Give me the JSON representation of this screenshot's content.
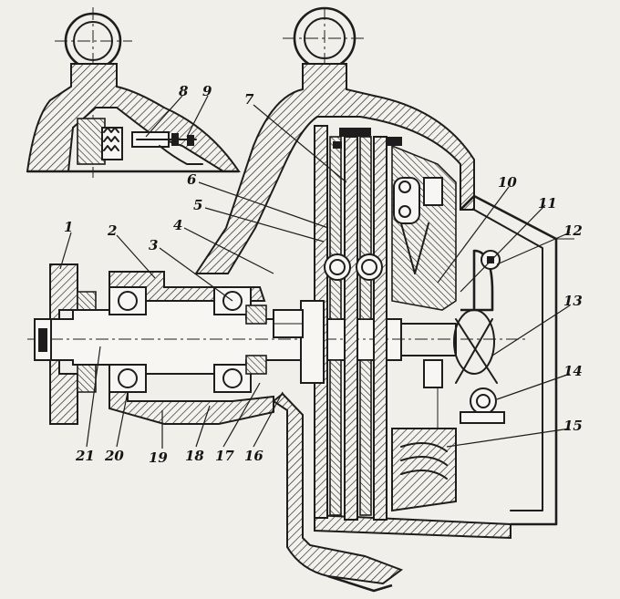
{
  "callouts": {
    "c1": "1",
    "c2": "2",
    "c3": "3",
    "c4": "4",
    "c5": "5",
    "c6": "6",
    "c7": "7",
    "c8": "8",
    "c9": "9",
    "c10": "10",
    "c11": "11",
    "c12": "12",
    "c13": "13",
    "c14": "14",
    "c15": "15",
    "c16": "16",
    "c17": "17",
    "c18": "18",
    "c19": "19",
    "c20": "20",
    "c21": "21"
  },
  "colors": {
    "ink": "#1d1d1d",
    "paper": "#f1efea"
  }
}
